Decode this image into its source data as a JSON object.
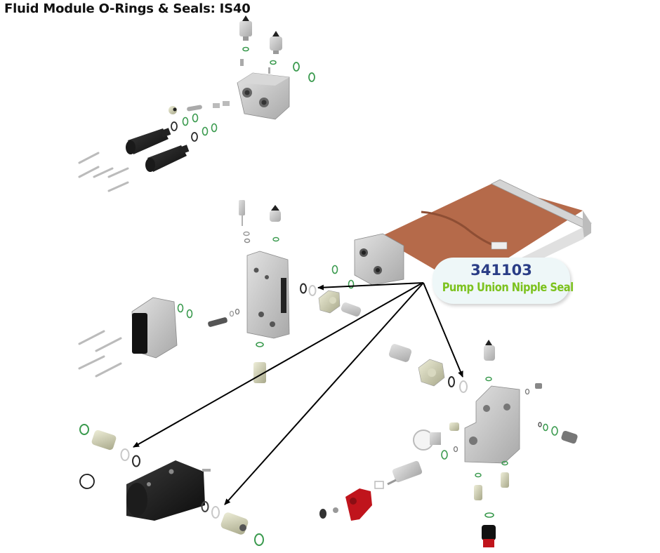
{
  "title": "Fluid Module O-Rings & Seals: IS40",
  "callout": {
    "part_number": "341103",
    "description": "Pump Union Nipple Seal",
    "part_number_color": "#2a3d86",
    "description_color": "#7cc21e",
    "background_color": "#eef7f8"
  },
  "colors": {
    "oring_green": "#3a9a4e",
    "oring_black": "#2a2a2a",
    "seal_white": "#c8c8c8",
    "aluminum": "#c9c9c9",
    "copper_plate": "#b56a4a",
    "handle_red": "#c0141c",
    "arrow": "#000000"
  },
  "components": [
    {
      "name": "top-manifold-block"
    },
    {
      "name": "middle-manifold-block"
    },
    {
      "name": "heater-plate-assembly"
    },
    {
      "name": "lower-right-manifold-block"
    },
    {
      "name": "pump-motor"
    },
    {
      "name": "solenoid-coil"
    }
  ],
  "arrows": [
    {
      "target": "middle-block-union-seal"
    },
    {
      "target": "right-block-union-seal"
    },
    {
      "target": "pump-inlet-seal"
    },
    {
      "target": "pump-outlet-seal"
    }
  ]
}
